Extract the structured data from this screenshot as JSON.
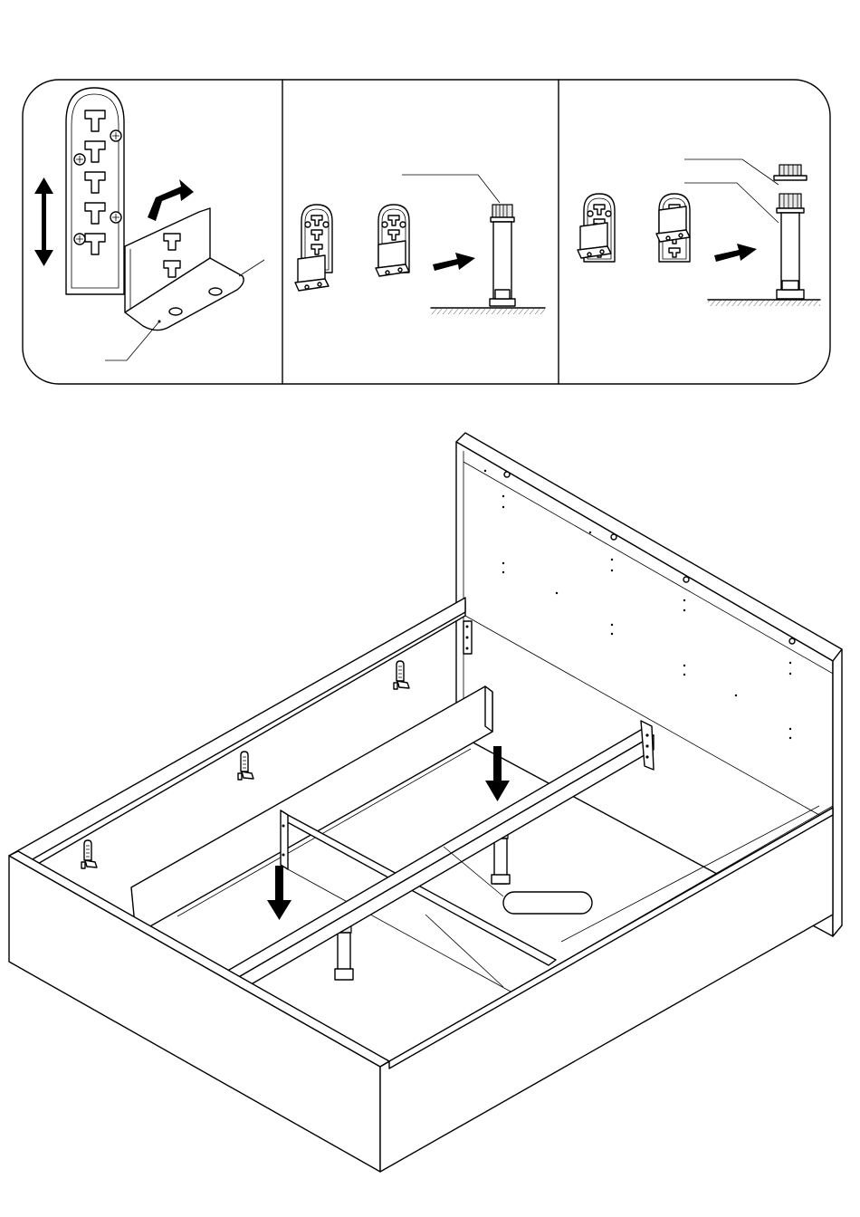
{
  "page": {
    "background": "#ffffff",
    "line_color": "#000000"
  },
  "top_strip": {
    "panels": [
      {
        "id": "panel-1",
        "content": "bracket-slides-onto-plate"
      },
      {
        "id": "panel-2",
        "content": "bracket-to-leg-short"
      },
      {
        "id": "panel-3",
        "content": "bracket-to-leg-extended"
      }
    ]
  },
  "main_drawing": {
    "content": "bed-frame-center-beam-with-support-legs",
    "callout_label": ""
  }
}
